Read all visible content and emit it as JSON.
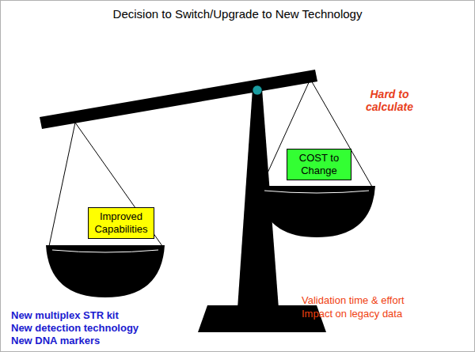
{
  "diagram": {
    "title": "Decision to Switch/Upgrade to New Technology",
    "nodes": [
      {
        "text": [
          "Improved Capabilities"
        ]
      },
      {
        "text": [
          "COST to Change"
        ]
      }
    ],
    "labels": [
      "Hard to calculate",
      "Validation time & effort",
      "Impact on legacy data",
      "New multiplex STR kit",
      "New detection technology",
      "New DNA markers"
    ]
  }
}
